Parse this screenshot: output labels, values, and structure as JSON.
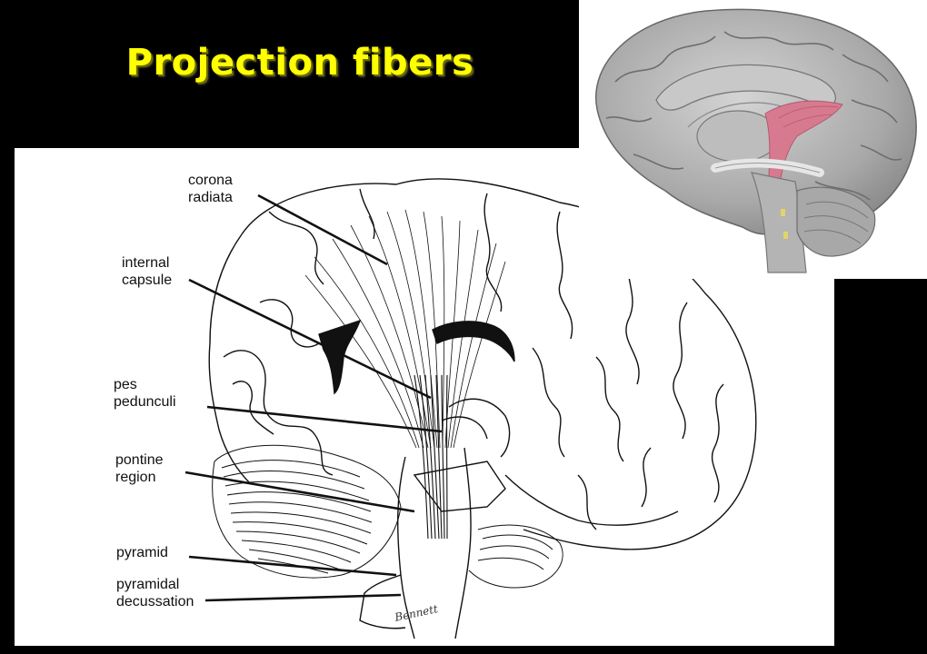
{
  "title": "Projection fibers",
  "labels": {
    "corona_radiata": "corona\nradiata",
    "internal_capsule": "internal\ncapsule",
    "pes_pedunculi": "pes\npedunculi",
    "pontine_region": "pontine\nregion",
    "pyramid": "pyramid",
    "pyramidal_decussation": "pyramidal\ndecussation"
  },
  "signature": "Bennett",
  "colors": {
    "title": "#ffff00",
    "background": "#000000",
    "fiber_tract": "#d77a8f"
  }
}
